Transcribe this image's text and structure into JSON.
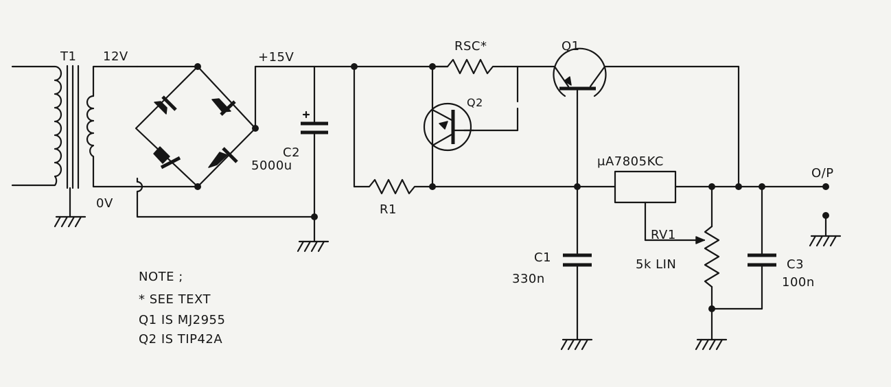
{
  "labels": {
    "t1": "T1",
    "v12": "12V",
    "v0": "0V",
    "v15": "+15V",
    "c2": "C2",
    "c2_value": "5000u",
    "rsc": "RSC*",
    "q1": "Q1",
    "q2": "Q2",
    "r1": "R1",
    "regulator": "μA7805KC",
    "output": "O/P",
    "rv1": "RV1",
    "rv1_value": "5k LIN",
    "c1": "C1",
    "c1_value": "330n",
    "c3": "C3",
    "c3_value": "100n"
  },
  "notes": [
    "NOTE ;",
    "* SEE TEXT",
    "Q1 IS MJ2955",
    "Q2 IS TIP42A"
  ]
}
